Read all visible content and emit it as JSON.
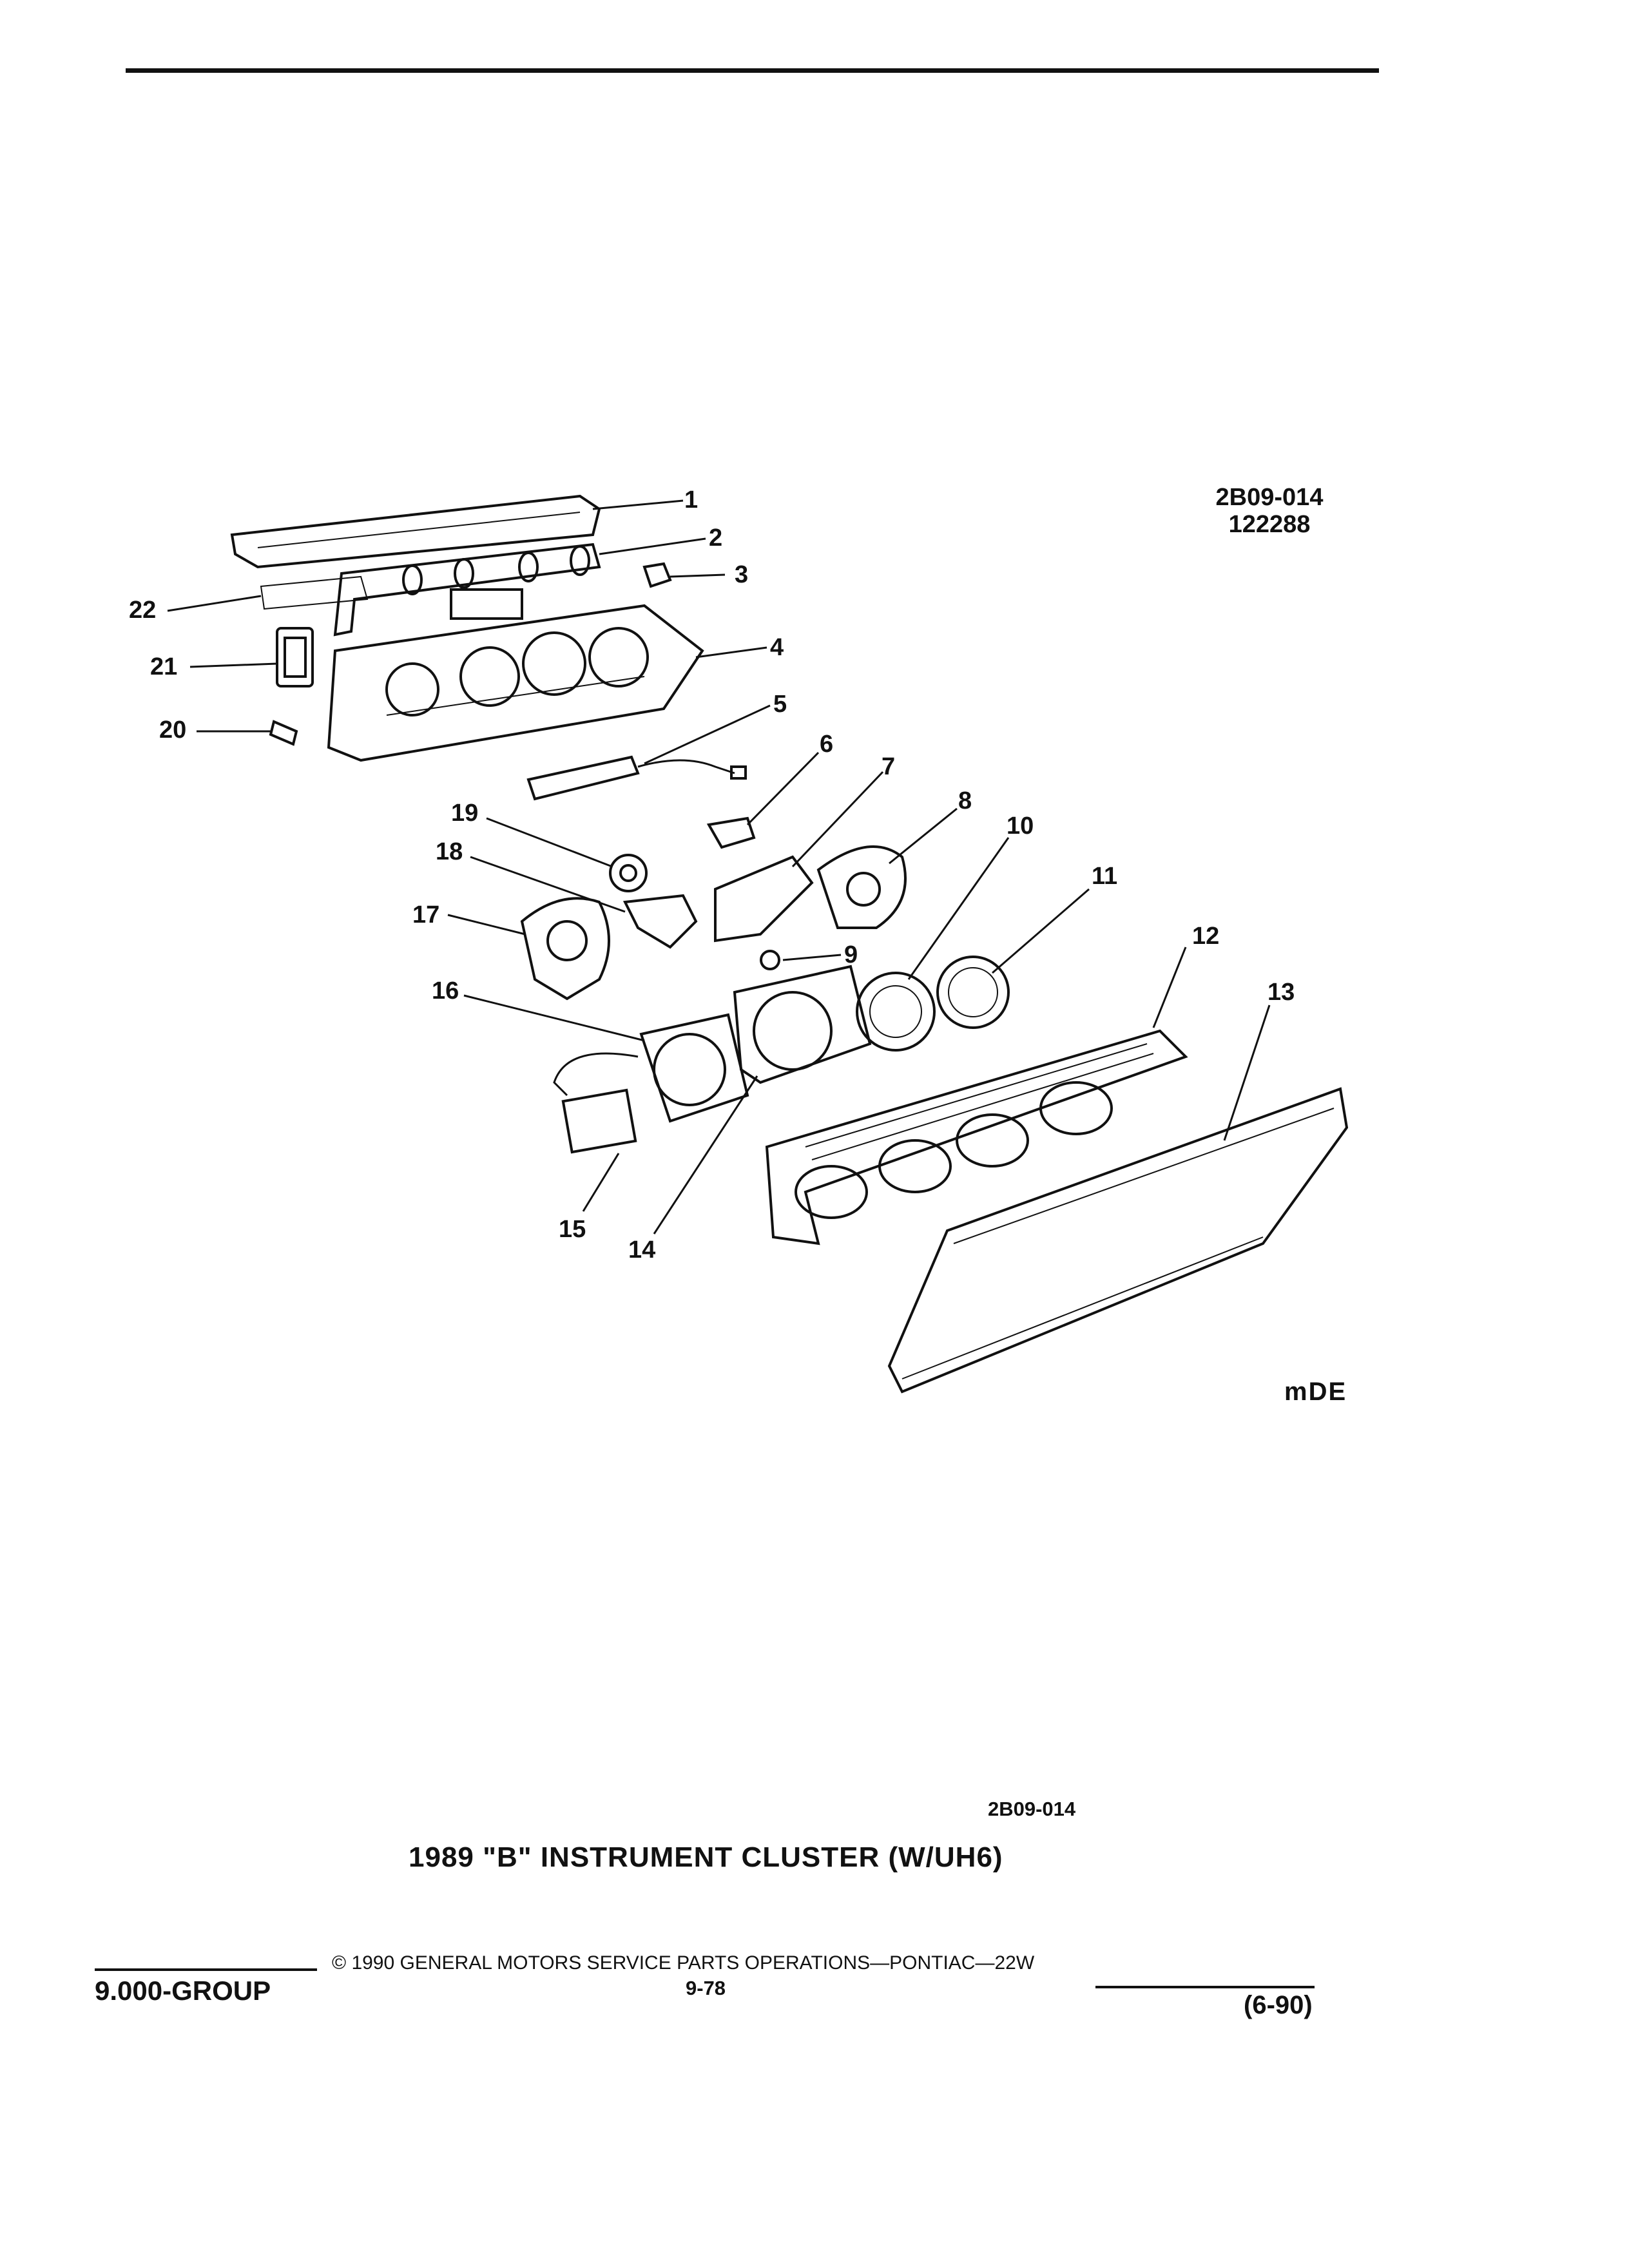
{
  "diagram_code_top": "2B09-014",
  "diagram_serial": "122288",
  "callouts": [
    "1",
    "2",
    "3",
    "4",
    "5",
    "6",
    "7",
    "8",
    "9",
    "10",
    "11",
    "12",
    "13",
    "14",
    "15",
    "16",
    "17",
    "18",
    "19",
    "20",
    "21",
    "22"
  ],
  "logo_text": "mDE",
  "caption_code": "2B09-014",
  "caption_title": "1989 \"B\" INSTRUMENT CLUSTER (W/UH6)",
  "footer": {
    "group": "9.000-GROUP",
    "copyright": "© 1990 GENERAL MOTORS SERVICE PARTS OPERATIONS—PONTIAC—22W",
    "page": "9-78",
    "date": "(6-90)"
  }
}
